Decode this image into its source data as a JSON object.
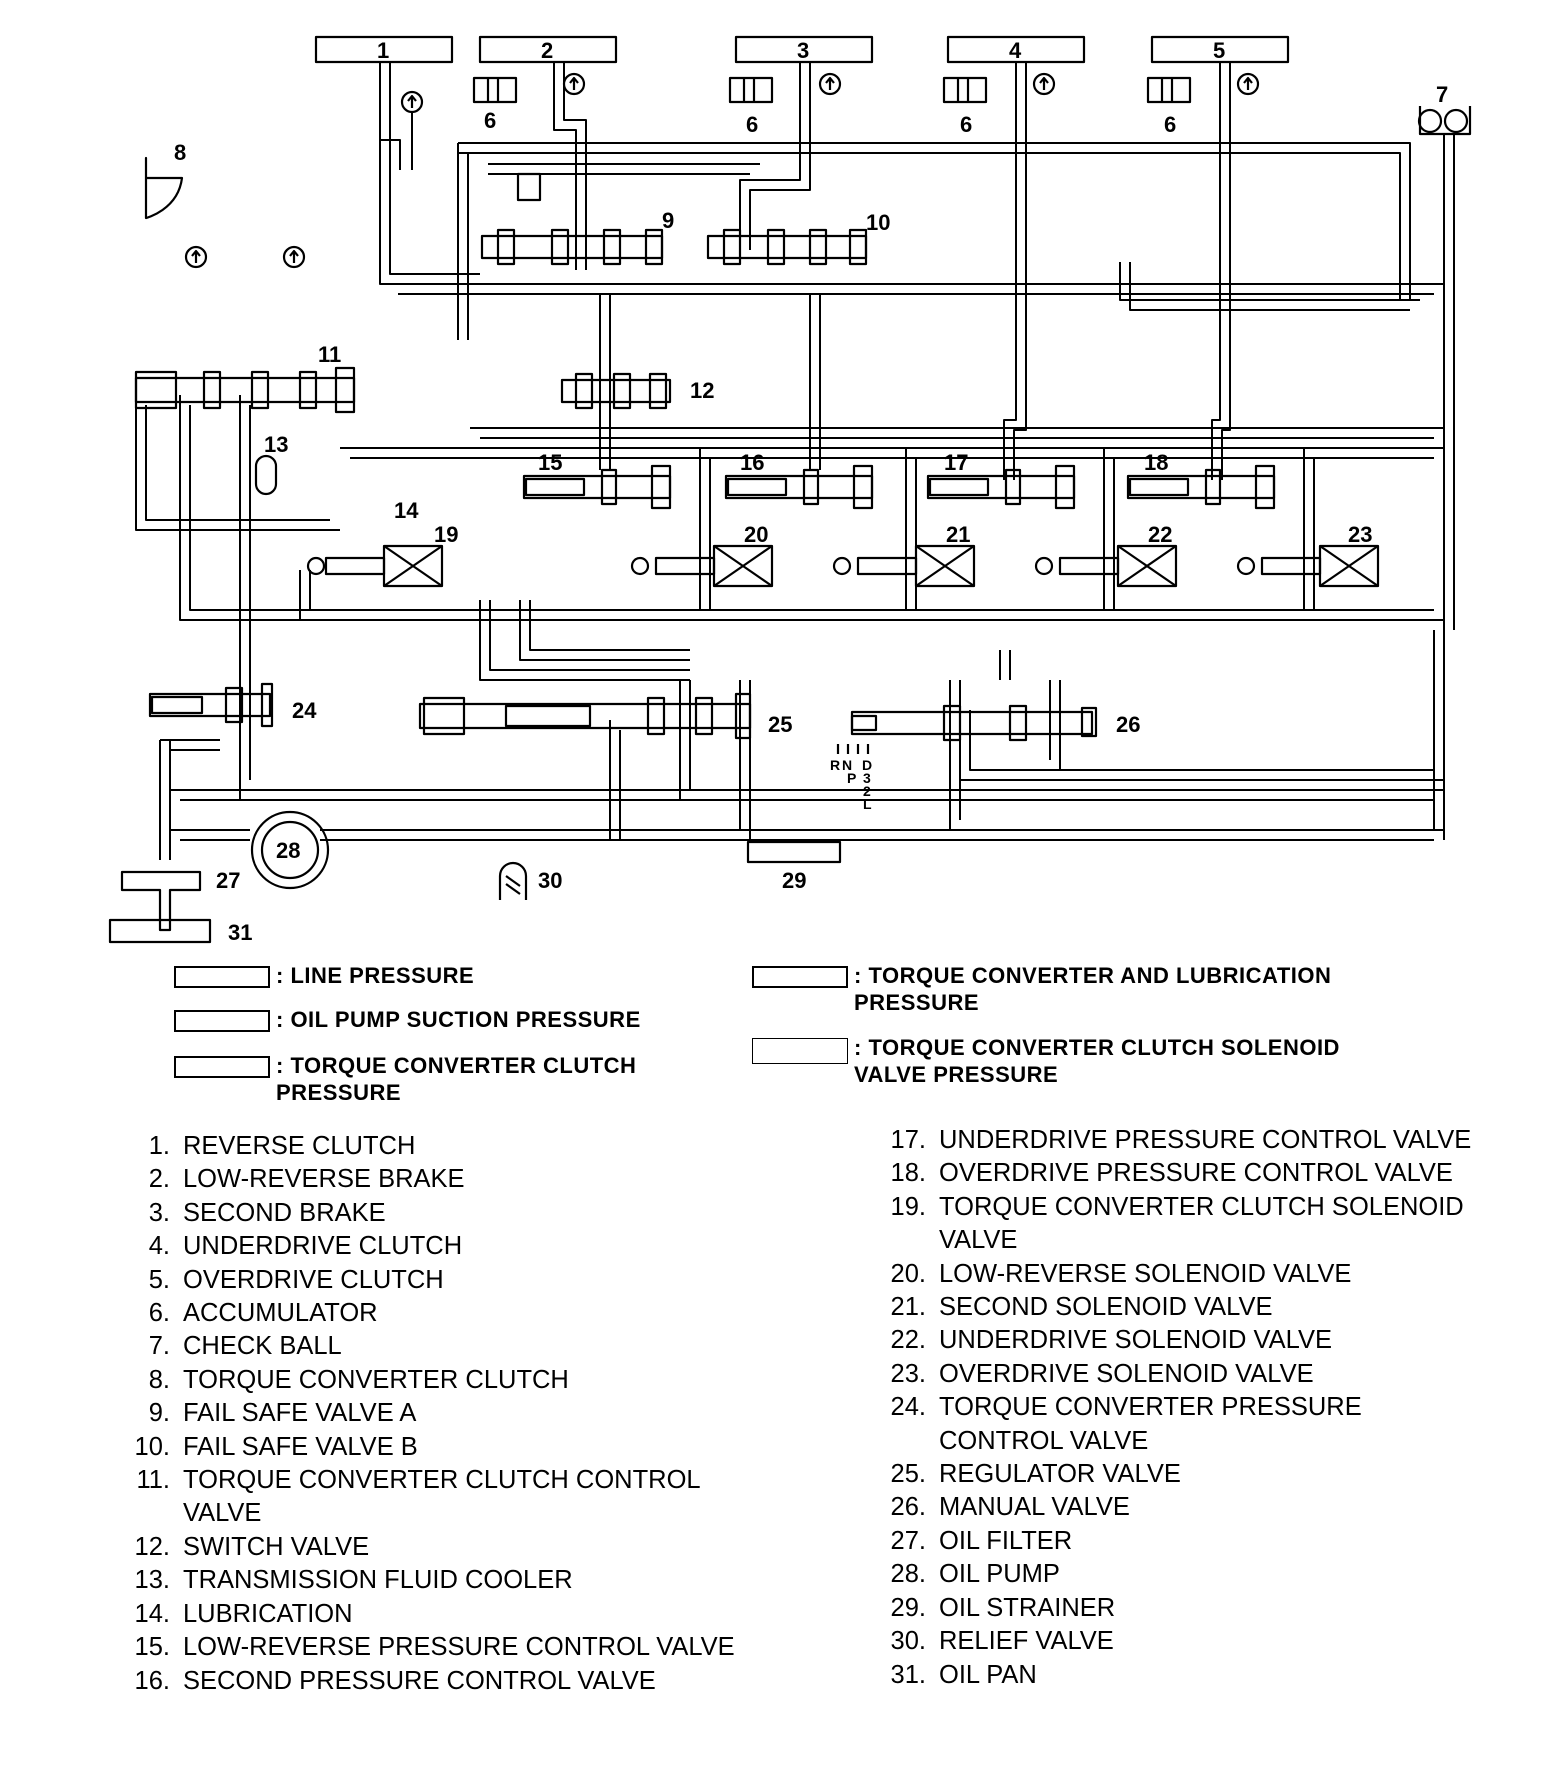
{
  "figure_id": "AC302885AB",
  "callouts": {
    "c1": "1",
    "c2": "2",
    "c3": "3",
    "c4": "4",
    "c5": "5",
    "c6": "6",
    "c7": "7",
    "c8": "8",
    "c9": "9",
    "c10": "10",
    "c11": "11",
    "c12": "12",
    "c13": "13",
    "c14": "14",
    "c15": "15",
    "c16": "16",
    "c17": "17",
    "c18": "18",
    "c19": "19",
    "c20": "20",
    "c21": "21",
    "c22": "22",
    "c23": "23",
    "c24": "24",
    "c25": "25",
    "c26": "26",
    "c27": "27",
    "c28": "28",
    "c29": "29",
    "c30": "30",
    "c31": "31"
  },
  "shift_positions": {
    "r": "R",
    "n": "N",
    "p": "P",
    "d": "D",
    "three": "3",
    "two": "2",
    "l": "L"
  },
  "legend": [
    {
      "text": ": LINE PRESSURE"
    },
    {
      "text": ": OIL PUMP SUCTION PRESSURE"
    },
    {
      "text": ": TORQUE CONVERTER CLUTCH PRESSURE"
    },
    {
      "text": ": TORQUE CONVERTER AND LUBRICATION PRESSURE"
    },
    {
      "text": ": TORQUE CONVERTER CLUTCH SOLENOID VALVE PRESSURE"
    }
  ],
  "parts": [
    {
      "num": "1.",
      "label": "REVERSE CLUTCH"
    },
    {
      "num": "2.",
      "label": "LOW-REVERSE BRAKE"
    },
    {
      "num": "3.",
      "label": "SECOND BRAKE"
    },
    {
      "num": "4.",
      "label": "UNDERDRIVE CLUTCH"
    },
    {
      "num": "5.",
      "label": "OVERDRIVE CLUTCH"
    },
    {
      "num": "6.",
      "label": "ACCUMULATOR"
    },
    {
      "num": "7.",
      "label": "CHECK BALL"
    },
    {
      "num": "8.",
      "label": "TORQUE CONVERTER CLUTCH"
    },
    {
      "num": "9.",
      "label": "FAIL SAFE VALVE A"
    },
    {
      "num": "10.",
      "label": "FAIL SAFE VALVE B"
    },
    {
      "num": "11.",
      "label": "TORQUE CONVERTER CLUTCH CONTROL VALVE"
    },
    {
      "num": "12.",
      "label": "SWITCH VALVE"
    },
    {
      "num": "13.",
      "label": "TRANSMISSION FLUID COOLER"
    },
    {
      "num": "14.",
      "label": "LUBRICATION"
    },
    {
      "num": "15.",
      "label": "LOW-REVERSE PRESSURE CONTROL VALVE"
    },
    {
      "num": "16.",
      "label": "SECOND PRESSURE CONTROL VALVE"
    },
    {
      "num": "17.",
      "label": "UNDERDRIVE PRESSURE CONTROL VALVE"
    },
    {
      "num": "18.",
      "label": "OVERDRIVE PRESSURE CONTROL VALVE"
    },
    {
      "num": "19.",
      "label": "TORQUE CONVERTER CLUTCH SOLENOID VALVE"
    },
    {
      "num": "20.",
      "label": "LOW-REVERSE SOLENOID VALVE"
    },
    {
      "num": "21.",
      "label": "SECOND SOLENOID VALVE"
    },
    {
      "num": "22.",
      "label": "UNDERDRIVE SOLENOID VALVE"
    },
    {
      "num": "23.",
      "label": "OVERDRIVE SOLENOID VALVE"
    },
    {
      "num": "24.",
      "label": "TORQUE CONVERTER PRESSURE CONTROL VALVE"
    },
    {
      "num": "25.",
      "label": "REGULATOR VALVE"
    },
    {
      "num": "26.",
      "label": "MANUAL VALVE"
    },
    {
      "num": "27.",
      "label": "OIL FILTER"
    },
    {
      "num": "28.",
      "label": "OIL PUMP"
    },
    {
      "num": "29.",
      "label": "OIL STRAINER"
    },
    {
      "num": "30.",
      "label": "RELIEF VALVE"
    },
    {
      "num": "31.",
      "label": "OIL PAN"
    }
  ]
}
